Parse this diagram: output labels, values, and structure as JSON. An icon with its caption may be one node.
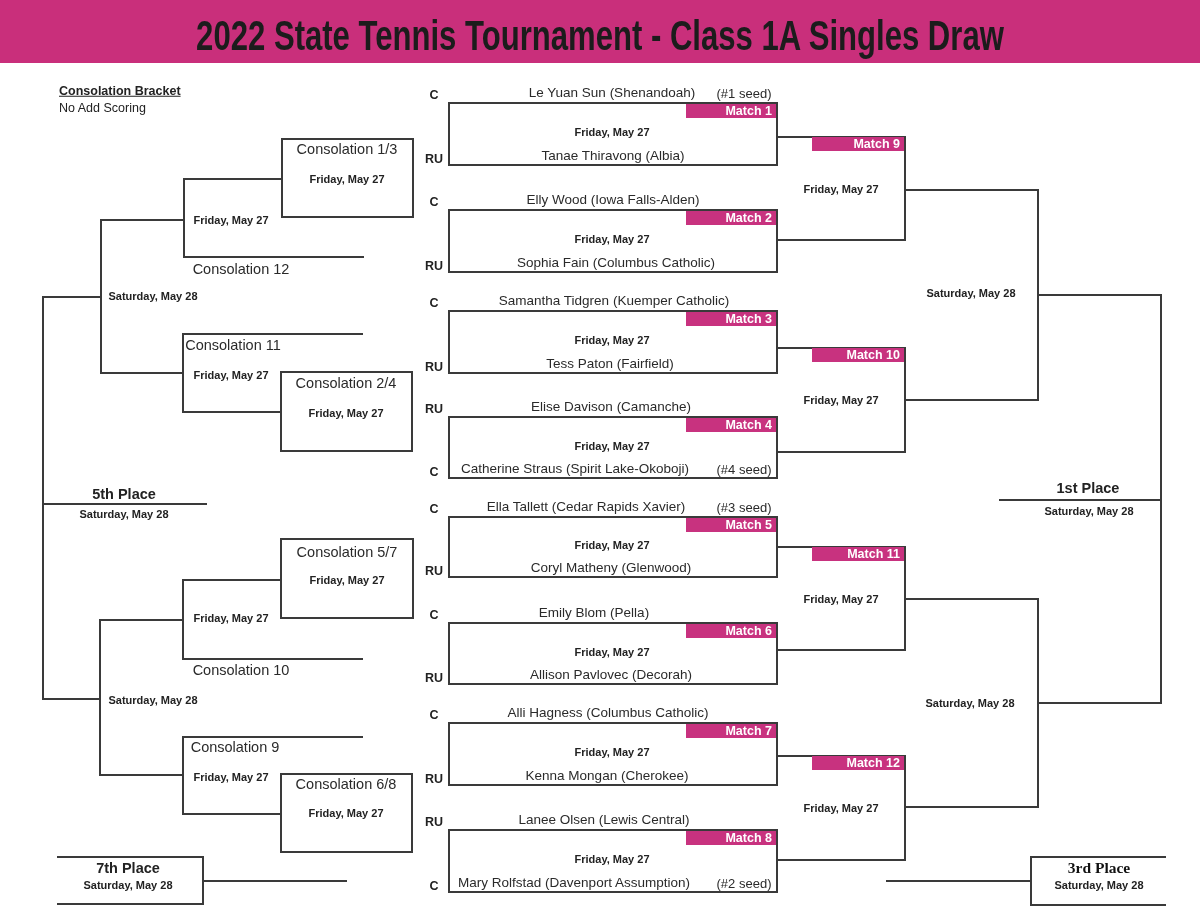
{
  "diagram": {
    "title": "2022 State Tennis Tournament - Class 1A Singles Draw",
    "labels": [
      "Consolation Bracket",
      "No Add Scoring"
    ],
    "nodes": [
      {
        "text": [
          "Consolation 1/3",
          "Friday, May 27"
        ]
      },
      {
        "text": [
          "Friday, May 27"
        ],
        "beside": [
          "Consolation 12"
        ]
      },
      {
        "text": [
          "Saturday, May 28"
        ]
      },
      {
        "text": [
          "Consolation 11",
          "Friday, May 27"
        ]
      },
      {
        "text": [
          "Consolation 2/4",
          "Friday, May 27"
        ]
      },
      {
        "text": [],
        "shape": "bracket",
        "beside": [
          "5th Place",
          "Saturday, May 28"
        ]
      },
      {
        "text": [
          "Consolation 5/7",
          "Friday, May 27"
        ]
      },
      {
        "text": [
          "Friday, May 27"
        ],
        "beside": [
          "Consolation 10"
        ]
      },
      {
        "text": [
          "Saturday, May 28"
        ]
      },
      {
        "text": [
          "Consolation 9",
          "Friday, May 27"
        ]
      },
      {
        "text": [
          "Consolation 6/8",
          "Friday, May 27"
        ]
      },
      {
        "text": [
          "7th Place",
          "Saturday, May 28"
        ]
      },
      {
        "text": [
          "Friday, May 27"
        ],
        "beside": [
          "C",
          "Le Yuan Sun (Shenandoah)",
          "(#1 seed)",
          "RU",
          "Tanae Thiravong (Albia)"
        ]
      },
      {
        "text": [
          "Match 1"
        ],
        "in": 12
      },
      {
        "text": [
          "Friday, May 27"
        ],
        "beside": [
          "C",
          "Elly Wood (Iowa Falls-Alden)",
          "RU",
          "Sophia Fain (Columbus Catholic)"
        ]
      },
      {
        "text": [
          "Match 2"
        ],
        "in": 14
      },
      {
        "text": [
          "Friday, May 27"
        ],
        "beside": [
          "C",
          "Samantha Tidgren (Kuemper Catholic)",
          "RU",
          "Tess Paton (Fairfield)"
        ]
      },
      {
        "text": [
          "Match 3"
        ],
        "in": 16
      },
      {
        "text": [
          "Friday, May 27"
        ],
        "beside": [
          "RU",
          "Elise Davison (Camanche)",
          "C",
          "Catherine Straus (Spirit Lake-Okoboji)",
          "(#4 seed)"
        ]
      },
      {
        "text": [
          "Match 4"
        ],
        "in": 18
      },
      {
        "text": [
          "Friday, May 27"
        ],
        "beside": [
          "C",
          "Ella Tallett (Cedar Rapids Xavier)",
          "(#3 seed)",
          "RU",
          "Coryl Matheny (Glenwood)"
        ]
      },
      {
        "text": [
          "Match 5"
        ],
        "in": 20
      },
      {
        "text": [
          "Friday, May 27"
        ],
        "beside": [
          "C",
          "Emily Blom (Pella)",
          "RU",
          "Allison Pavlovec (Decorah)"
        ]
      },
      {
        "text": [
          "Match 6"
        ],
        "in": 22
      },
      {
        "text": [
          "Friday, May 27"
        ],
        "beside": [
          "C",
          "Alli Hagness (Columbus Catholic)",
          "RU",
          "Kenna Mongan (Cherokee)"
        ]
      },
      {
        "text": [
          "Match 7"
        ],
        "in": 24
      },
      {
        "text": [
          "Friday, May 27"
        ],
        "beside": [
          "RU",
          "Lanee Olsen (Lewis Central)",
          "C",
          "Mary Rolfstad (Davenport Assumption)",
          "(#2 seed)"
        ]
      },
      {
        "text": [
          "Match 8"
        ],
        "in": 26
      },
      {
        "text": [
          "Friday, May 27"
        ]
      },
      {
        "text": [
          "Match 9"
        ],
        "in": 28
      },
      {
        "text": [
          "Friday, May 27"
        ]
      },
      {
        "text": [
          "Match 10"
        ],
        "in": 30
      },
      {
        "text": [
          "Friday, May 27"
        ]
      },
      {
        "text": [
          "Match 11"
        ],
        "in": 32
      },
      {
        "text": [
          "Friday, May 27"
        ]
      },
      {
        "text": [
          "Match 12"
        ],
        "in": 34
      },
      {
        "text": [
          "Saturday, May 28"
        ]
      },
      {
        "text": [
          "Saturday, May 28"
        ]
      },
      {
        "text": [
          "1st Place",
          "Saturday, May 28"
        ]
      },
      {
        "text": [
          "3rd Place",
          "Saturday, May 28"
        ]
      }
    ]
  }
}
